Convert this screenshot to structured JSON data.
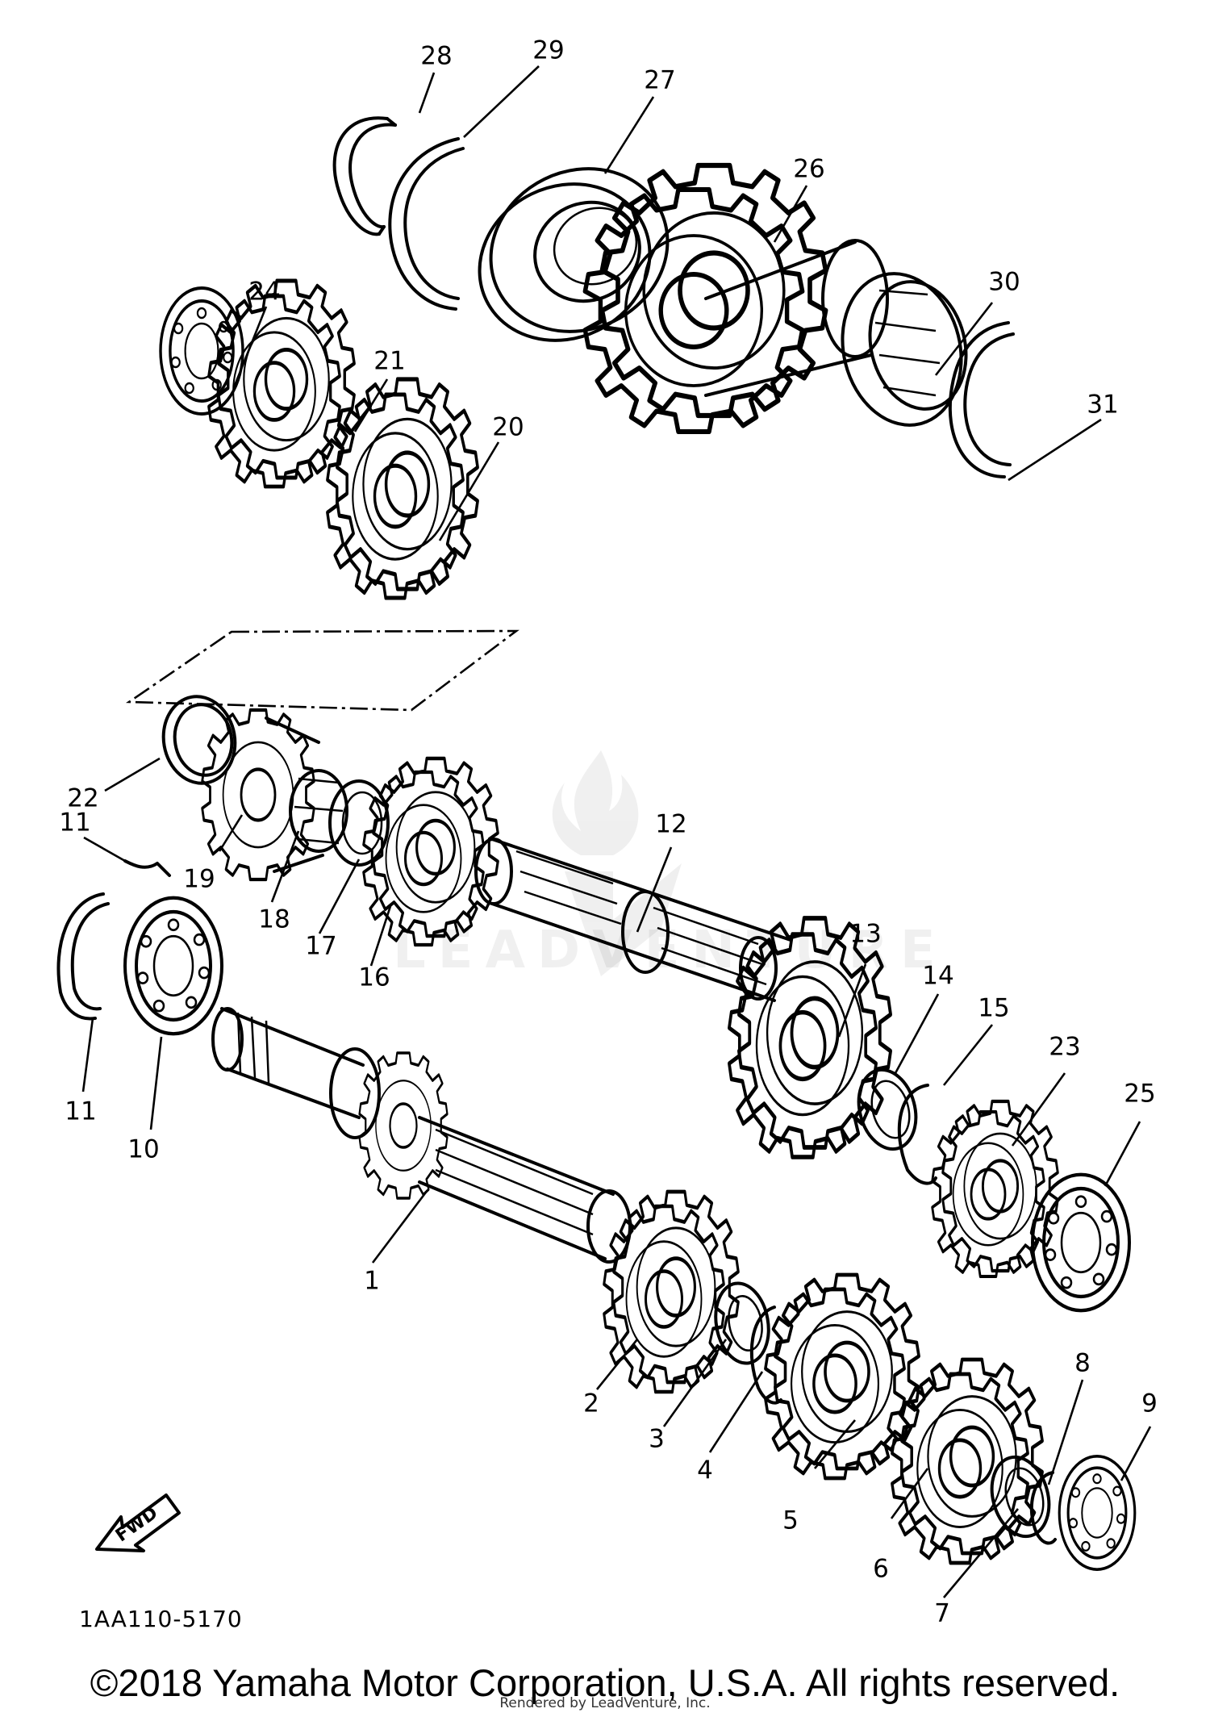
{
  "diagram": {
    "callouts": {
      "c1": "1",
      "c2": "2",
      "c3": "3",
      "c4": "4",
      "c5": "5",
      "c6": "6",
      "c7": "7",
      "c8": "8",
      "c9": "9",
      "c10": "10",
      "c11a": "11",
      "c11b": "11",
      "c12": "12",
      "c13": "13",
      "c14": "14",
      "c15": "15",
      "c16": "16",
      "c17": "17",
      "c18": "18",
      "c19": "19",
      "c20": "20",
      "c21": "21",
      "c22": "22",
      "c23": "23",
      "c24": "24",
      "c25": "25",
      "c26": "26",
      "c27": "27",
      "c28": "28",
      "c29": "29",
      "c30": "30",
      "c31": "31"
    },
    "fwd_label": "FWD",
    "figure_code": "1AA110-5170"
  },
  "watermark": {
    "word": "LEADVENTURE",
    "logo_icon": "flame-v-logo-icon"
  },
  "footer": {
    "copyright": "©2018 Yamaha Motor Corporation, U.S.A. All rights reserved.",
    "credit": "Rendered by LeadVenture, Inc."
  }
}
